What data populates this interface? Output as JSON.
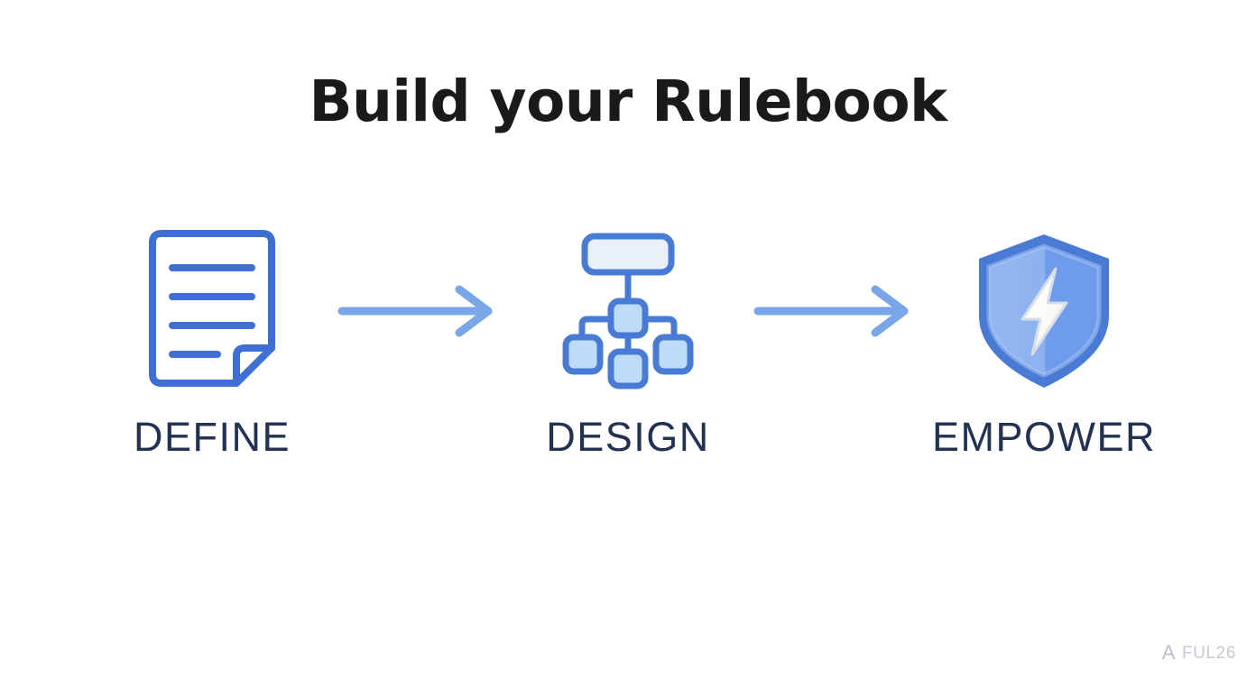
{
  "slide": {
    "background_color": "#ffffff",
    "title": "Build your Rulebook",
    "title_color": "#1a1a1a"
  },
  "palette": {
    "stroke_blue": "#4a7bd4",
    "arrow_blue": "#79a6e8",
    "node_fill_light": "#bcdcf7",
    "node_fill_pale": "#eaf0fa",
    "shield_light": "#8fb4ef",
    "shield_mid": "#6d9bea",
    "label_navy": "#233252",
    "bolt_white": "#fdfdf8",
    "watermark_gray": "#c5cad3"
  },
  "flow": {
    "steps": [
      {
        "label": "DEFINE",
        "icon": "document-lines-icon",
        "icon_description": "sheet of paper with four text lines and a folded bottom-right corner"
      },
      {
        "label": "DESIGN",
        "icon": "hierarchy-tree-icon",
        "icon_description": "org-chart tree with one header node, a middle node and three child nodes"
      },
      {
        "label": "EMPOWER",
        "icon": "shield-bolt-icon",
        "icon_description": "blue shield containing a white lightning bolt"
      }
    ],
    "connectors": [
      {
        "icon": "arrow-right-icon"
      },
      {
        "icon": "arrow-right-icon"
      }
    ]
  },
  "watermark": {
    "mark": "A",
    "text": "FUL26"
  }
}
